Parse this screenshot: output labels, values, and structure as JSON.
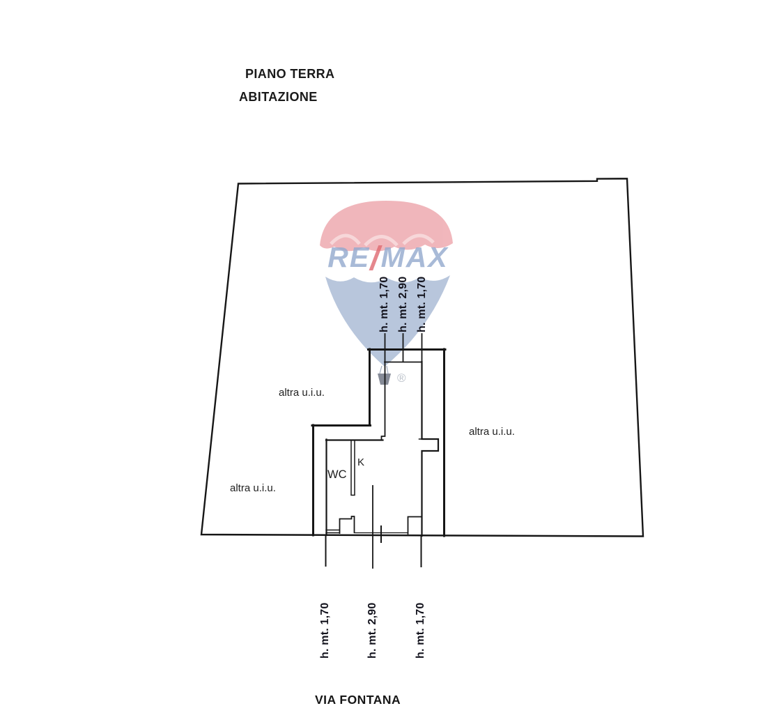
{
  "document": {
    "title_line1": "PIANO TERRA",
    "title_line2": "ABITAZIONE",
    "street_label": "VIA FONTANA"
  },
  "floor_plan": {
    "rooms": {
      "wc": "WC",
      "kitchen": "K"
    },
    "adjacent_units": [
      "altra u.i.u.",
      "altra u.i.u.",
      "altra u.i.u."
    ],
    "height_annotations": {
      "top": [
        "h. mt. 1,70",
        "h. mt. 2,90",
        "h. mt. 1,70"
      ],
      "bottom": [
        "h. mt. 1,70",
        "h. mt. 2,90",
        "h. mt. 1,70"
      ]
    }
  },
  "watermark": {
    "brand_re": "RE",
    "brand_slash": "/",
    "brand_max": "MAX",
    "registered_mark": "®",
    "colors": {
      "balloon_red": "#f0b3b8",
      "balloon_blue": "#b4c3da",
      "brand_text_blue": "#93a9ce",
      "brand_slash_red": "#df6a71",
      "basket_gray": "#68707e"
    }
  },
  "colors": {
    "line": "#161616",
    "background": "#ffffff"
  }
}
